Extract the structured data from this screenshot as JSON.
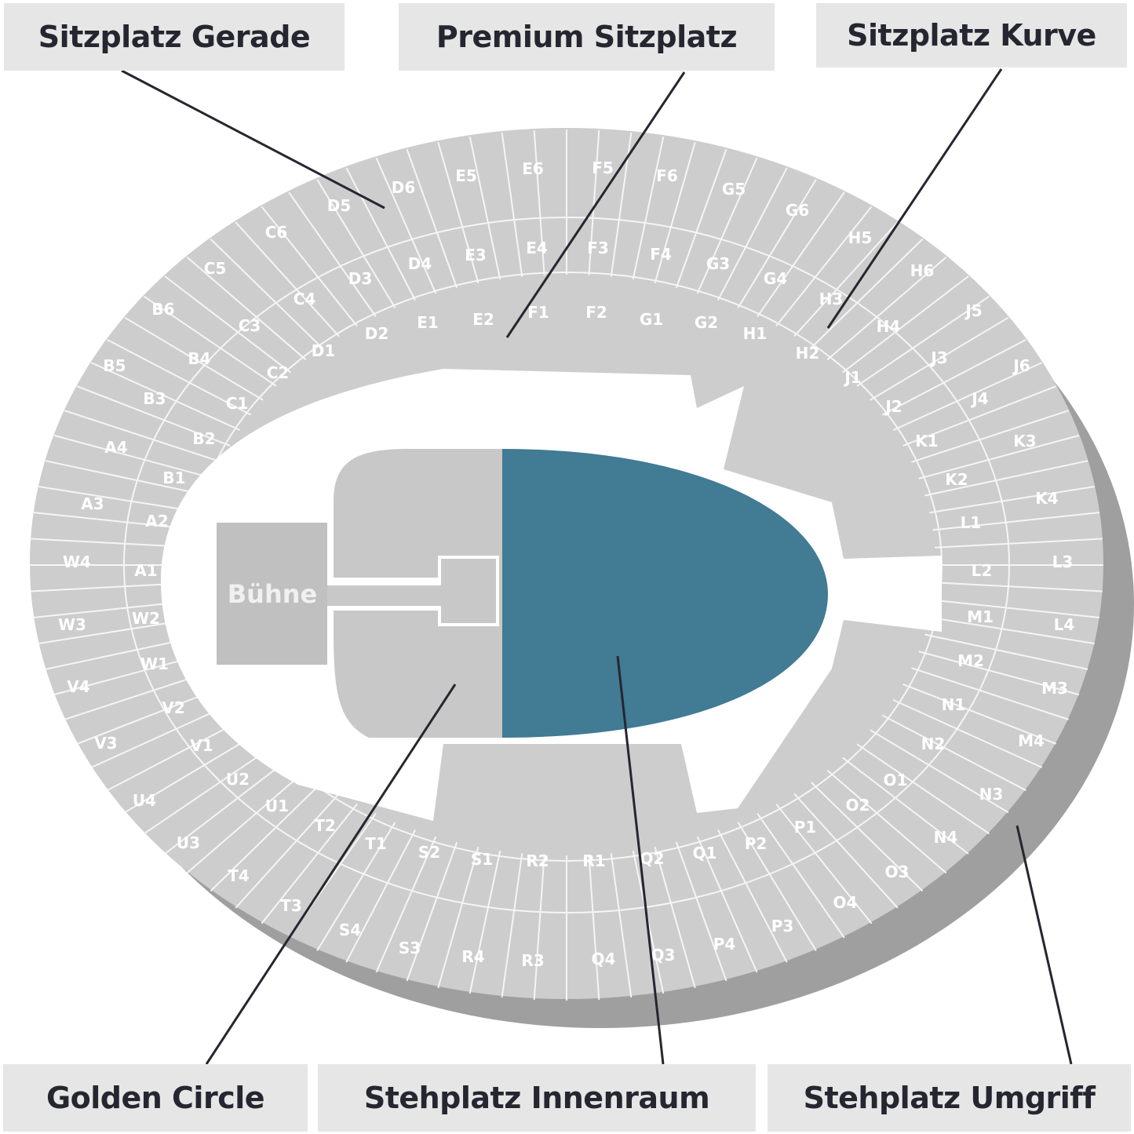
{
  "colors": {
    "section_fill": "#cdcdcd",
    "section_border": "#f5f5f5",
    "shadow": "#9f9fa0",
    "stehplatz_innenraum": "#417b94",
    "golden_circle": "#c8c8c8",
    "stage": "#c0c0c0",
    "callout_bg": "#e6e6e6",
    "callout_text": "#262631",
    "leader_line": "#262631"
  },
  "callouts": {
    "sitzplatz_gerade": "Sitzplatz Gerade",
    "premium_sitzplatz": "Premium Sitzplatz",
    "sitzplatz_kurve": "Sitzplatz Kurve",
    "golden_circle": "Golden Circle",
    "stehplatz_innenraum": "Stehplatz Innenraum",
    "stehplatz_umgriff": "Stehplatz Umgriff"
  },
  "stage": {
    "label": "Bühne"
  },
  "sections": [
    "A1",
    "A2",
    "A3",
    "A4",
    "B1",
    "B2",
    "B3",
    "B4",
    "B5",
    "B6",
    "C1",
    "C2",
    "C3",
    "C4",
    "C5",
    "C6",
    "D1",
    "D2",
    "D3",
    "D4",
    "D5",
    "D6",
    "E1",
    "E2",
    "E3",
    "E4",
    "E5",
    "E6",
    "F1",
    "F2",
    "F3",
    "F4",
    "F5",
    "F6",
    "G1",
    "G2",
    "G3",
    "G4",
    "G5",
    "G6",
    "H1",
    "H2",
    "H3",
    "H4",
    "H5",
    "H6",
    "J1",
    "J2",
    "J3",
    "J4",
    "J5",
    "J6",
    "K1",
    "K2",
    "K3",
    "K4",
    "L1",
    "L2",
    "L3",
    "L4",
    "M1",
    "M2",
    "M3",
    "M4",
    "N1",
    "N2",
    "N3",
    "N4",
    "O1",
    "O2",
    "O3",
    "O4",
    "P1",
    "P2",
    "P3",
    "P4",
    "Q1",
    "Q2",
    "Q3",
    "Q4",
    "R1",
    "R2",
    "R3",
    "R4",
    "S1",
    "S2",
    "S3",
    "S4",
    "T1",
    "T2",
    "T3",
    "T4",
    "U1",
    "U2",
    "U3",
    "U4",
    "V1",
    "V2",
    "V3",
    "V4",
    "W1",
    "W2",
    "W3",
    "W4"
  ]
}
